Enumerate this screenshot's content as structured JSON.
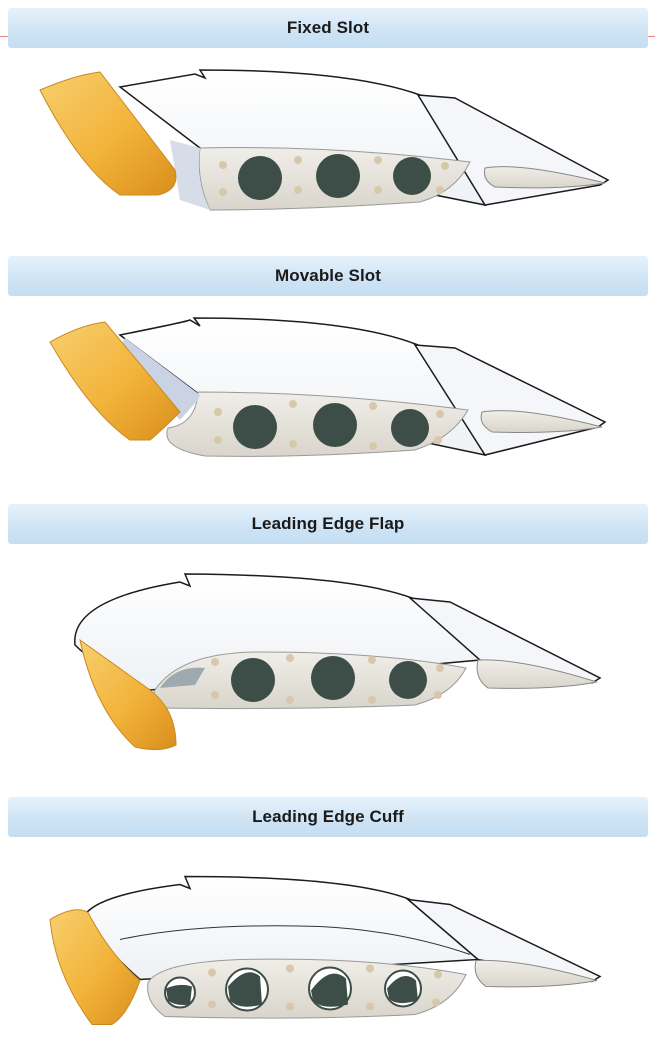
{
  "panels": [
    {
      "title": "Fixed Slot"
    },
    {
      "title": "Movable Slot"
    },
    {
      "title": "Leading Edge Flap"
    },
    {
      "title": "Leading Edge Cuff"
    }
  ],
  "colors": {
    "banner": "#cfe4f5",
    "leading_edge": "#f2b33a",
    "spar_holes": "#3d4d48",
    "rib": "#e9e6df"
  }
}
